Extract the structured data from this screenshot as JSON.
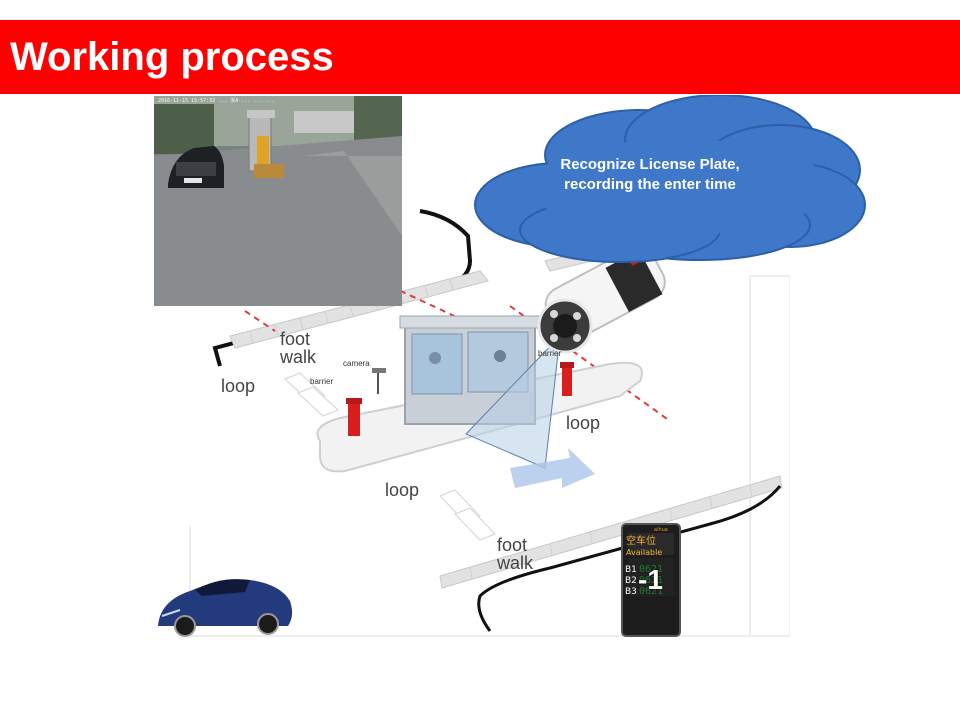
{
  "header": {
    "title": "Working process",
    "bar_color": "#ff0000"
  },
  "callout": {
    "line1": "Recognize  License Plate,",
    "line2": "recording the enter time",
    "color": "#3b73c5"
  },
  "photo": {
    "osd": "2016-11-15 15:57:32 ... 浙A·... ... ..."
  },
  "labels": {
    "foot_walk_top": "foot walk",
    "foot_walk_bottom": "foot walk",
    "loop_left": "loop",
    "loop_right": "loop",
    "loop_bottom": "loop",
    "camera": "camera",
    "barrier_left": "barrier",
    "barrier_right": "barrier"
  },
  "display": {
    "heading": "空车位",
    "sub": "Available",
    "rows": [
      "B1",
      "B2",
      "B3"
    ],
    "digits": [
      "0621",
      "0621",
      "0621"
    ],
    "level": "-1",
    "brand": "alhua"
  },
  "icons": {
    "camera": "lpr-camera-icon",
    "car": "car-icon",
    "booth": "toll-booth-icon",
    "sign": "parking-guidance-display-icon"
  }
}
